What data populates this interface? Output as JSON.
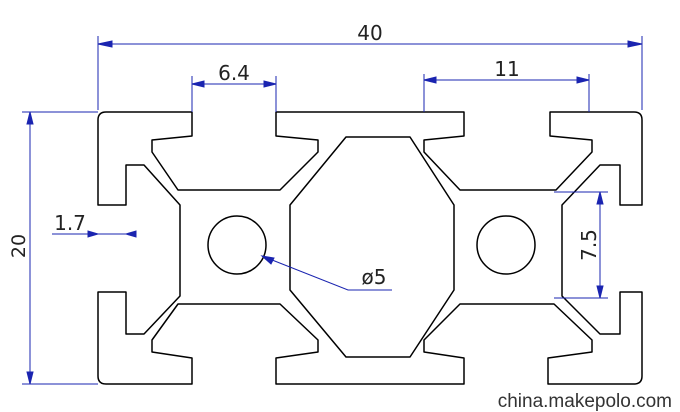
{
  "dimensions": {
    "overall_width": "40",
    "overall_height": "20",
    "slot_opening": "6.4",
    "slot_width": "11",
    "wall_thickness": "1.7",
    "slot_depth": "7.5",
    "bore_diameter": "ø5"
  },
  "watermark": "china.makepolo.com",
  "colors": {
    "dimension_line": "#1a24b0",
    "profile_outline": "#000000",
    "text": "#222222",
    "background": "#ffffff"
  }
}
